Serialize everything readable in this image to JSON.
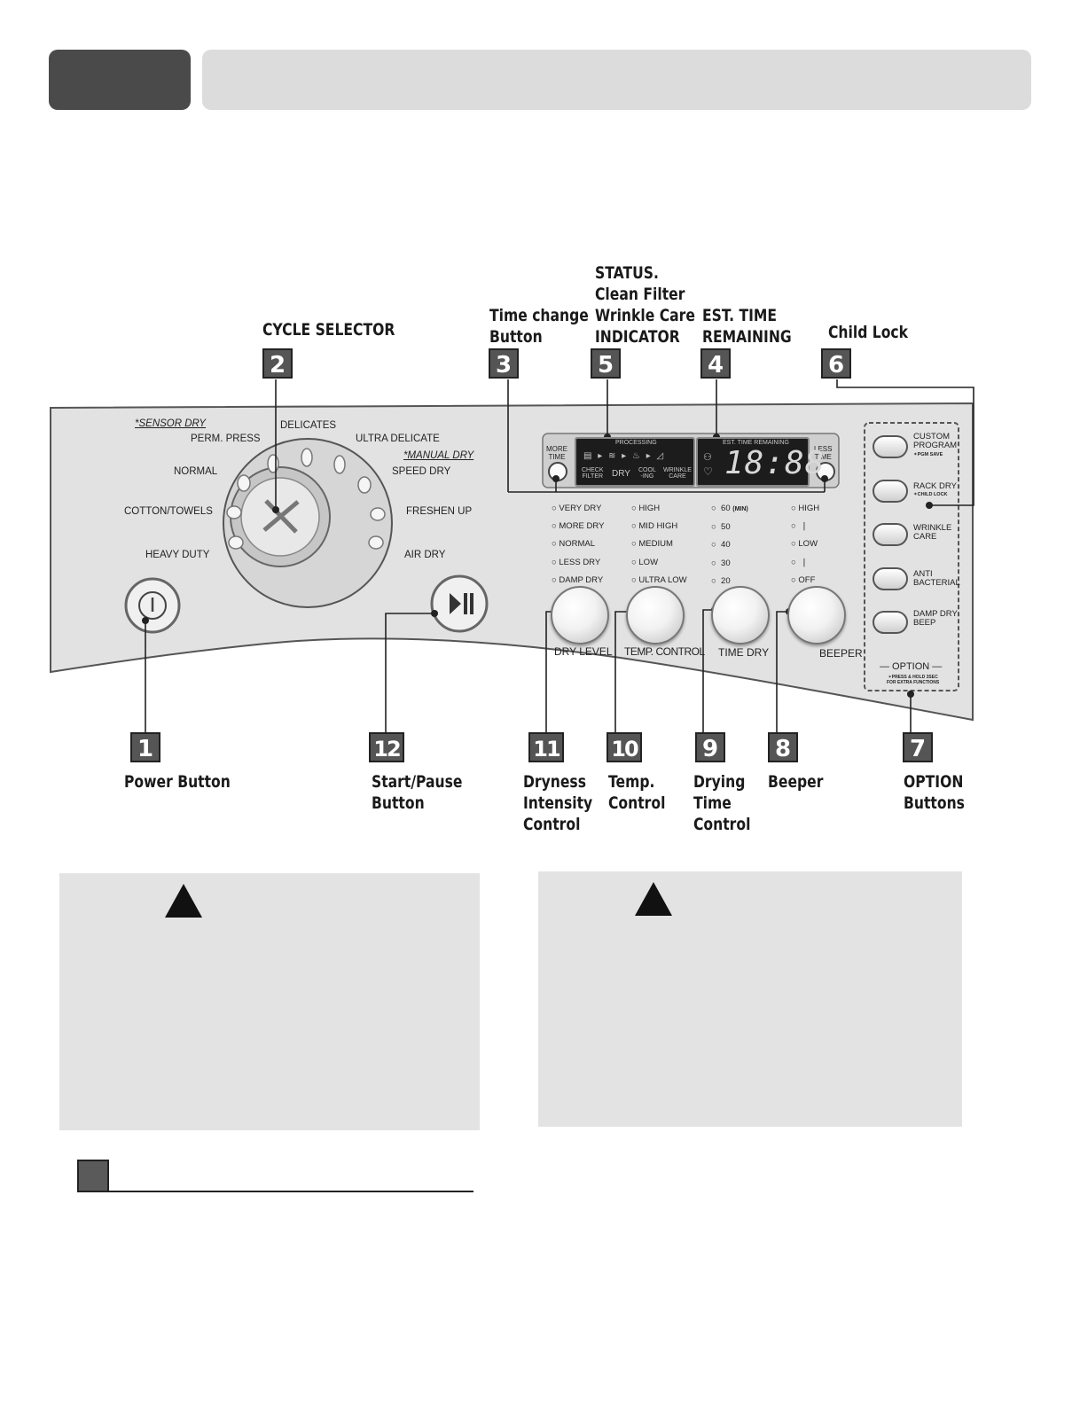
{
  "callouts": {
    "c1": "Power Button",
    "c2": "CYCLE SELECTOR",
    "c3": "Time change\nButton",
    "c4": "EST. TIME\nREMAINING",
    "c5": "STATUS.\nClean Filter\nWrinkle Care\nINDICATOR",
    "c6": "Child Lock",
    "c7": "OPTION\nButtons",
    "c8": "Beeper",
    "c9": "Drying\nTime\nControl",
    "c10": "Temp.\nControl",
    "c11": "Dryness\nIntensity\nControl",
    "c12": "Start/Pause\nButton"
  },
  "numbers": [
    "1",
    "2",
    "3",
    "4",
    "5",
    "6",
    "7",
    "8",
    "9",
    "10",
    "11",
    "12"
  ],
  "dial": {
    "sensor_dry": "*SENSOR DRY",
    "manual_dry": "*MANUAL DRY",
    "perm_press": "PERM. PRESS",
    "delicates": "DELICATES",
    "ultra_delicate": "ULTRA DELICATE",
    "normal": "NORMAL",
    "speed_dry": "SPEED DRY",
    "cotton_towels": "COTTON/TOWELS",
    "freshen_up": "FRESHEN UP",
    "heavy_duty": "HEAVY DUTY",
    "air_dry": "AIR DRY"
  },
  "display": {
    "more_time": "MORE\nTIME",
    "less_time": "LESS\nTIME",
    "processing": "PROCESSING",
    "est_time_remaining": "EST. TIME REMAINING",
    "check_filter": "CHECK\nFILTER",
    "dry": "DRY",
    "cooling": "COOL\n-ING",
    "wrinkle_care": "WRINKLE\nCARE",
    "digits": "18:88"
  },
  "dry_level": {
    "label": "DRY LEVEL",
    "options": [
      "VERY DRY",
      "MORE DRY",
      "NORMAL",
      "LESS DRY",
      "DAMP DRY"
    ]
  },
  "temp_control": {
    "label": "TEMP. CONTROL",
    "options": [
      "HIGH",
      "MID HIGH",
      "MEDIUM",
      "LOW",
      "ULTRA LOW"
    ]
  },
  "time_dry": {
    "label": "TIME DRY",
    "options": [
      "60",
      "50",
      "40",
      "30",
      "20"
    ],
    "unit": "(MIN)"
  },
  "beeper": {
    "label": "BEEPER",
    "options": [
      "HIGH",
      "",
      "LOW",
      "",
      "OFF"
    ]
  },
  "option_buttons": [
    {
      "label": "CUSTOM\nPROGRAM",
      "sub": "✶PGM SAVE"
    },
    {
      "label": "RACK DRY",
      "sub": "✶CHILD LOCK"
    },
    {
      "label": "WRINKLE\nCARE",
      "sub": ""
    },
    {
      "label": "ANTI\nBACTERIAL",
      "sub": ""
    },
    {
      "label": "DAMP DRY\nBEEP",
      "sub": ""
    }
  ],
  "option_footer": {
    "title": "— OPTION —",
    "note": "✶PRESS & HOLD 3SEC\nFOR EXTRA FUNCTIONS"
  },
  "colors": {
    "number_box": "#555555",
    "header_dark": "#4a4a4a",
    "header_light": "#dcdcdc",
    "caution_bg": "#e3e3e3"
  }
}
